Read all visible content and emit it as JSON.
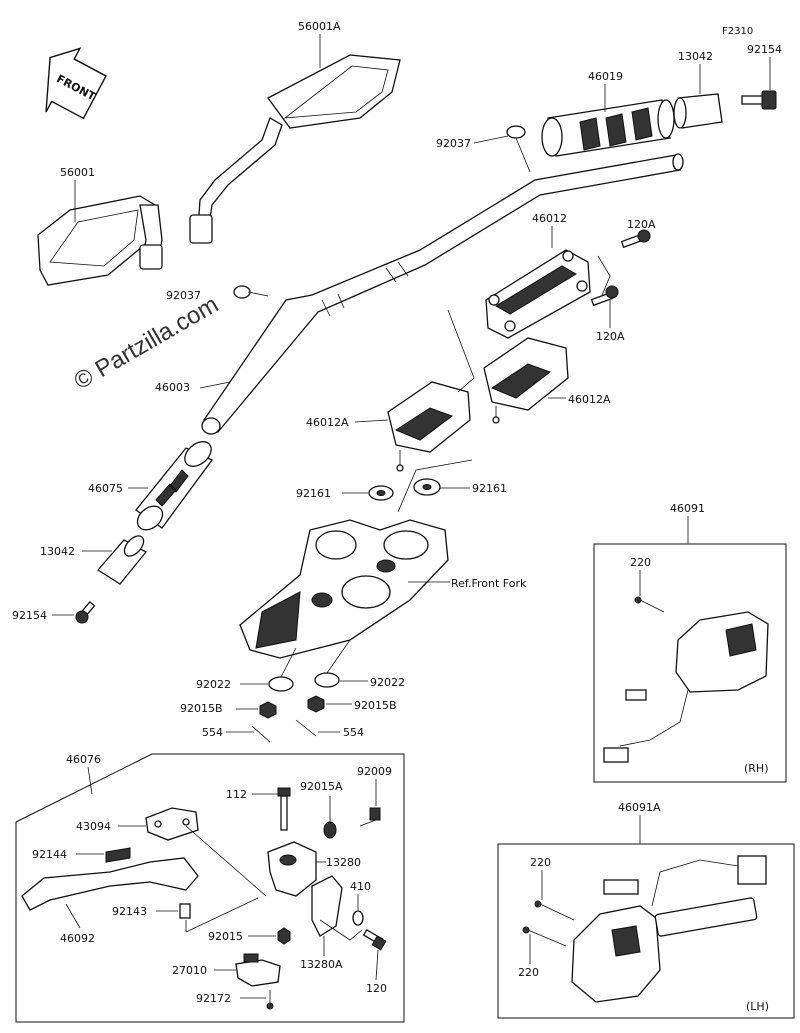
{
  "diagram": {
    "watermark": "© Partzilla.com",
    "front_arrow_label": "FRONT",
    "callouts": {
      "mirror_right": "56001A",
      "mirror_left": "56001",
      "grip_right": "46019",
      "weight_right": "13042",
      "bolt_right_code": "F2310",
      "bolt_right": "92154",
      "clip_top": "92037",
      "holder_upper": "46012",
      "bolt_upper_1": "120A",
      "bolt_upper_2": "120A",
      "clip_left": "92037",
      "handlebar": "46003",
      "holder_lower_left": "46012A",
      "holder_lower_right": "46012A",
      "grip_left": "46075",
      "washer_left": "92161",
      "washer_right": "92161",
      "weight_left": "13042",
      "fork_ref": "Ref.Front Fork",
      "bolt_left": "92154",
      "washer_bottom_left": "92022",
      "washer_bottom_right": "92022",
      "nut_left": "92015B",
      "nut_right": "92015B",
      "pin_left": "554",
      "pin_right": "554",
      "switch_rh_assy": "46091",
      "switch_rh_screw": "220",
      "switch_rh_tag": "(RH)",
      "lever_assy": "46076",
      "lever_bolt": "112",
      "lever_nut_top": "92015A",
      "lever_screw": "92009",
      "lever_bracket": "43094",
      "lever_spring": "92144",
      "lever_holder": "13280",
      "lever_collar": "92143",
      "lever_washer": "410",
      "lever": "46092",
      "lever_nut_bottom": "92015",
      "lever_holder_clamp": "13280A",
      "lever_bolt_bottom": "120",
      "clutch_switch": "27010",
      "clutch_screw": "92172",
      "switch_lh_assy": "46091A",
      "switch_lh_screw_1": "220",
      "switch_lh_screw_2": "220",
      "switch_lh_tag": "(LH)"
    }
  }
}
